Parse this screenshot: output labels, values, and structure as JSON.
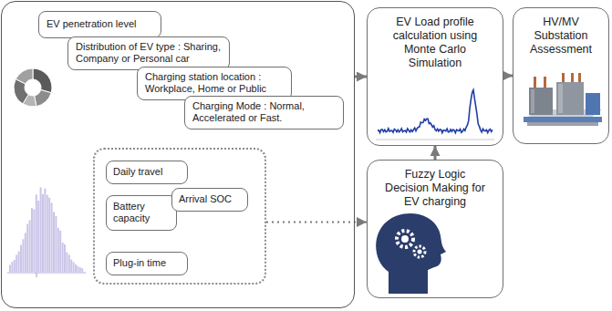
{
  "diagram": {
    "nodes": [
      {
        "text": []
      },
      {
        "text": [
          "EV penetration level"
        ],
        "in": 0
      },
      {
        "text": [
          "Distribution of EV type : Sharing, Company or Personal car"
        ],
        "in": 0
      },
      {
        "text": [
          "Charging station location : Workplace, Home or Public"
        ],
        "in": 0
      },
      {
        "text": [
          "Charging Mode : Normal, Accelerated or Fast."
        ],
        "in": 0
      },
      {
        "text": [],
        "in": 0
      },
      {
        "text": [
          "Daily travel"
        ],
        "in": 5
      },
      {
        "text": [
          "Battery capacity"
        ],
        "in": 5
      },
      {
        "text": [
          "Arrival SOC"
        ],
        "in": 5
      },
      {
        "text": [
          "Plug-in time"
        ],
        "in": 5
      },
      {
        "text": [
          "EV Load profile calculation using Monte Carlo Simulation"
        ]
      },
      {
        "text": [
          "HV/MV Substation Assessment"
        ]
      },
      {
        "text": [
          "Fuzzy Logic Decision Making for EV charging"
        ]
      }
    ],
    "edges": [
      {
        "from": 0,
        "to": 10,
        "arrow": "to"
      },
      {
        "from": 10,
        "to": 11,
        "arrow": "to"
      },
      {
        "from": 12,
        "to": 10,
        "arrow": "to"
      },
      {
        "from": 5,
        "to": 12,
        "arrow": "to"
      }
    ]
  }
}
